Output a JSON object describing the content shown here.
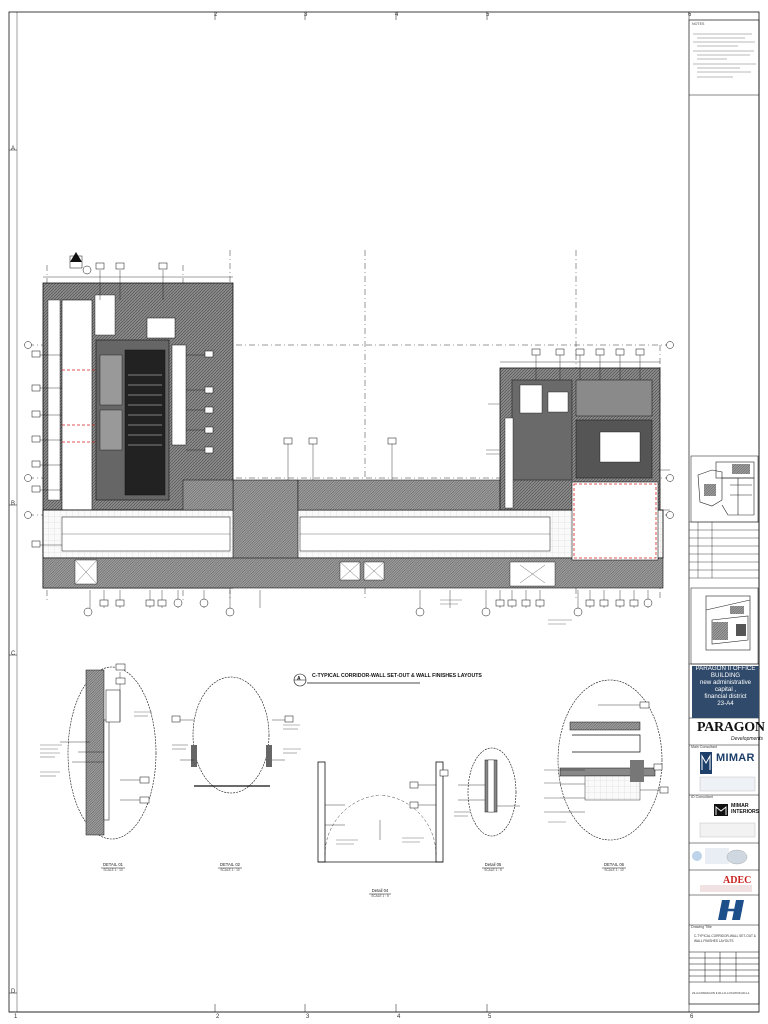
{
  "grid": {
    "top": [
      "2",
      "3",
      "4",
      "5",
      "6"
    ],
    "bottom": [
      "1",
      "2",
      "3",
      "4",
      "5",
      "6"
    ],
    "left": [
      "A",
      "B",
      "C",
      "D"
    ]
  },
  "drawing": {
    "letter": "A",
    "title": "C-TYPICAL CORRIDOR-WALL SET-OUT & WALL FINISHES LAYOUTS",
    "details": [
      {
        "label": "DETAIL 01",
        "scale": "SCALE 1 : 10"
      },
      {
        "label": "DETAIL 02",
        "scale": "SCALE 1 : 10"
      },
      {
        "label": "Detail 04",
        "scale": "SCALE 1 : 5"
      },
      {
        "label": "Detail 05",
        "scale": "SCALE 1 : 5"
      },
      {
        "label": "DETAIL 06",
        "scale": "SCALE 1 : 10"
      }
    ]
  },
  "title_block": {
    "notes_label": "NOTES",
    "project": {
      "line1": "PARAGON II OFFICE",
      "line2": "BUILDING",
      "line3": "new administrative capital ,",
      "line4": "financial district",
      "line5": "23-A4"
    },
    "client_name": "PARAGON",
    "client_sub": "Developments",
    "consultant_label": "Main Consultant",
    "consultant_name": "MIMAR",
    "id_consultant_label": "ID Consultant",
    "id_consultant_name_1": "MIMAR",
    "id_consultant_name_2": "INTERIORS",
    "pm_name": "ADEC",
    "drawing_title_label": "Drawing Title",
    "sheet_title_1": "C-TYPICAL CORRIDOR-WALL SET-OUT &",
    "sheet_title_2": "WALL FINISHES LAYOUTS",
    "sheet_number": "23-A4-PARAGON II-ID-LO-LOCATION-ID-L1"
  },
  "colors": {
    "ink": "#111111",
    "hatch": "#6b6b6b",
    "redline": "#d42020",
    "band": "#2f4a6a",
    "adec_red": "#c8201e"
  }
}
